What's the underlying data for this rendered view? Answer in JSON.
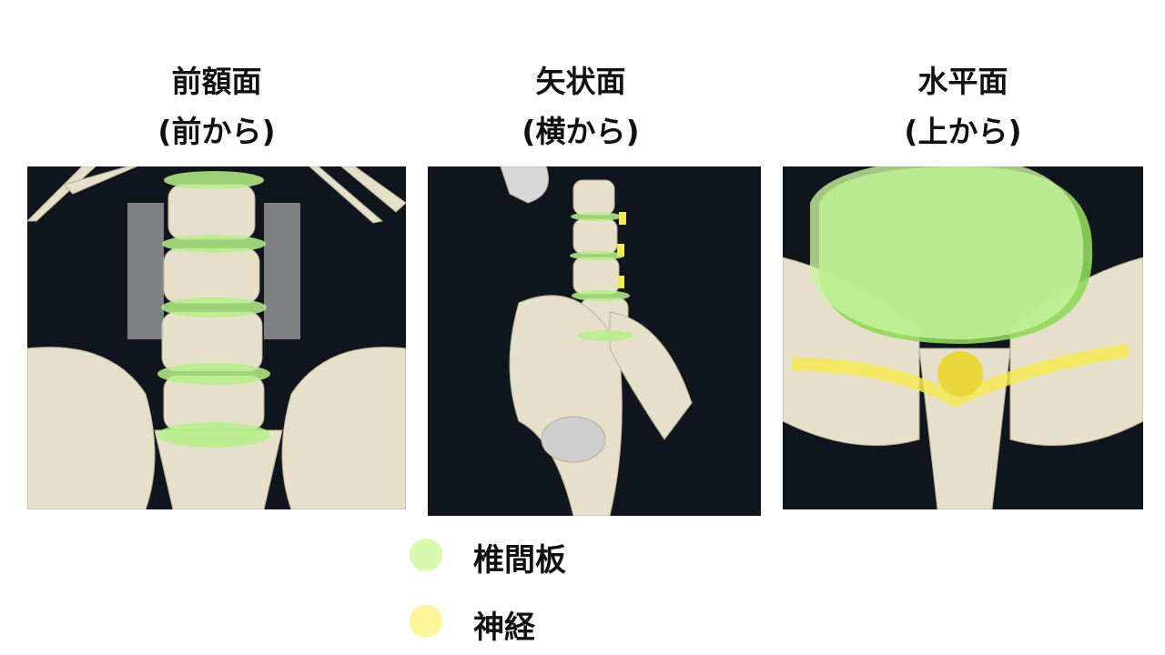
{
  "panels": [
    {
      "title": "前額面",
      "subtitle": "(前から)"
    },
    {
      "title": "矢状面",
      "subtitle": "(横から)"
    },
    {
      "title": "水平面",
      "subtitle": "(上から)"
    }
  ],
  "legend": [
    {
      "label": "椎間板",
      "color": "#d6fbb0"
    },
    {
      "label": "神経",
      "color": "#fdf59a"
    }
  ]
}
